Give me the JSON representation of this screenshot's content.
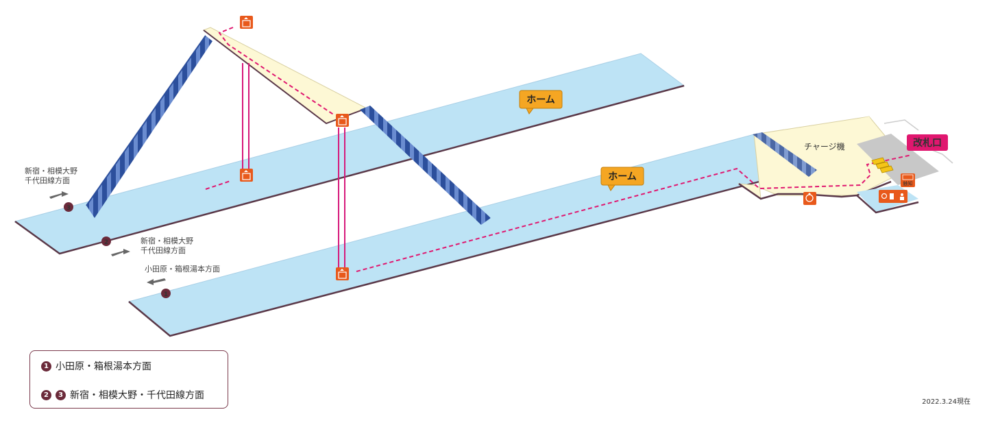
{
  "labels": {
    "home_upper": "ホーム",
    "home_lower": "ホーム",
    "charge_machine": "チャージ機",
    "ticket_gate": "改札口",
    "tactile_map": "触知"
  },
  "directions": {
    "upper_left_line1": "新宿・相模大野",
    "upper_left_line2": "千代田線方面",
    "mid_line1": "新宿・相模大野",
    "mid_line2": "千代田線方面",
    "lower": "小田原・箱根湯本方面"
  },
  "platform_numbers": {
    "one": "1",
    "two": "2",
    "three": "3"
  },
  "legend": {
    "row1_text": "小田原・箱根湯本方面",
    "row2_text": "新宿・相模大野・千代田線方面"
  },
  "date": "2022.3.24現在",
  "colors": {
    "platform": "#bde3f5",
    "concourse": "#fdf8d5",
    "stairs": "#2c4f9c",
    "route": "#e0176f",
    "elevator": "#e8591b",
    "callout": "#f5a623",
    "gate_bg": "#e0176f",
    "edge": "#5a3848"
  }
}
